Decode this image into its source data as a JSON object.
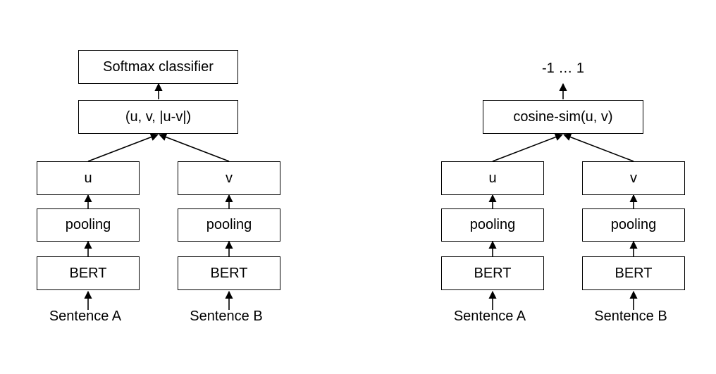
{
  "left": {
    "top_box": "Softmax classifier",
    "concat_box": "(u, v, |u-v|)",
    "a": {
      "embedding": "u",
      "pooling": "pooling",
      "encoder": "BERT",
      "input": "Sentence A"
    },
    "b": {
      "embedding": "v",
      "pooling": "pooling",
      "encoder": "BERT",
      "input": "Sentence B"
    }
  },
  "right": {
    "output": "-1 … 1",
    "sim_box": "cosine-sim(u, v)",
    "a": {
      "embedding": "u",
      "pooling": "pooling",
      "encoder": "BERT",
      "input": "Sentence A"
    },
    "b": {
      "embedding": "v",
      "pooling": "pooling",
      "encoder": "BERT",
      "input": "Sentence B"
    }
  }
}
